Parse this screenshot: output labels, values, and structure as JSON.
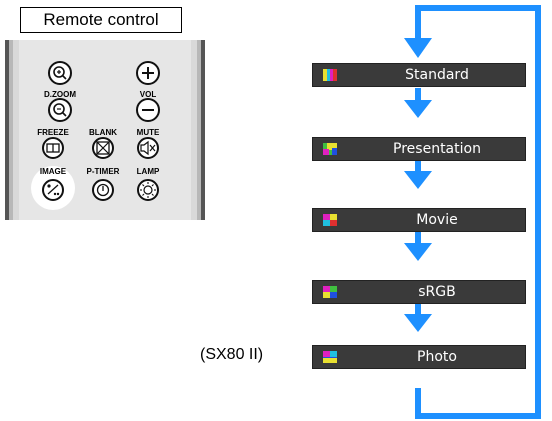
{
  "remote": {
    "label": "Remote control",
    "buttons": [
      {
        "name": "dzoom-plus-button",
        "label": ""
      },
      {
        "name": "vol-plus-button",
        "label": ""
      },
      {
        "name": "dzoom-minus-button",
        "label": "D.ZOOM"
      },
      {
        "name": "vol-minus-button",
        "label": "VOL"
      },
      {
        "name": "freeze-button",
        "label": "FREEZE"
      },
      {
        "name": "blank-button",
        "label": "BLANK"
      },
      {
        "name": "mute-button",
        "label": "MUTE"
      },
      {
        "name": "image-button",
        "label": "IMAGE"
      },
      {
        "name": "ptimer-button",
        "label": "P-TIMER"
      },
      {
        "name": "lamp-button",
        "label": "LAMP"
      }
    ]
  },
  "modes": [
    {
      "label": "Standard"
    },
    {
      "label": "Presentation"
    },
    {
      "label": "Movie"
    },
    {
      "label": "sRGB"
    },
    {
      "label": "Photo"
    }
  ],
  "photo_note": "(SX80 II)",
  "colors": {
    "arrow": "#1e90ff",
    "bar": "#3a3a3a",
    "remote_body": "#cfcfcf",
    "highlight": "#ffffff"
  }
}
